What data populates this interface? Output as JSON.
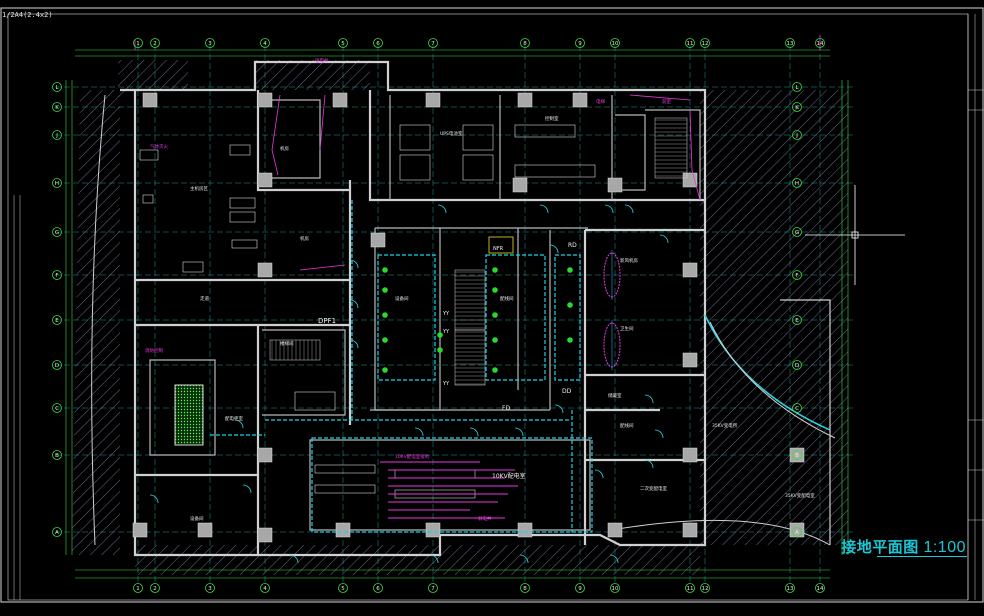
{
  "drawing": {
    "title": "接地平面图",
    "scale": "1:100",
    "sheet_tag": "1/2A4(2.4x2)"
  },
  "grid_axes": {
    "columns": [
      "1",
      "2",
      "3",
      "4",
      "5",
      "6",
      "7",
      "8",
      "9",
      "10",
      "11",
      "12",
      "13",
      "14"
    ],
    "rows": [
      "A",
      "B",
      "C",
      "D",
      "E",
      "F",
      "G",
      "H",
      "J",
      "K",
      "L"
    ]
  },
  "rooms": {
    "lobby": "主机房区",
    "ups": "UPS电池室",
    "ctrl": "控制室",
    "corridor": "走道",
    "stair": "楼梯间",
    "pdu1": "配电柜室",
    "power_room": "10KV配电室",
    "hv1": "35KV变电所",
    "hv2": "35KV变配电室",
    "transformer": "二次变配电室",
    "dpf1": "DPF1",
    "fd": "FD",
    "dd": "DD",
    "rd": "RD",
    "yy": "YY",
    "nfr": "NFR",
    "small1": "机房",
    "small2": "设备间",
    "small3": "配线间",
    "small4": "新风机房",
    "small5": "卫生间",
    "small6": "储藏室"
  },
  "notes_title": "10KV配电室接地",
  "labels_small": [
    "气体灭火",
    "消防控制",
    "弱电井",
    "强电井",
    "电梯",
    "前室"
  ]
}
